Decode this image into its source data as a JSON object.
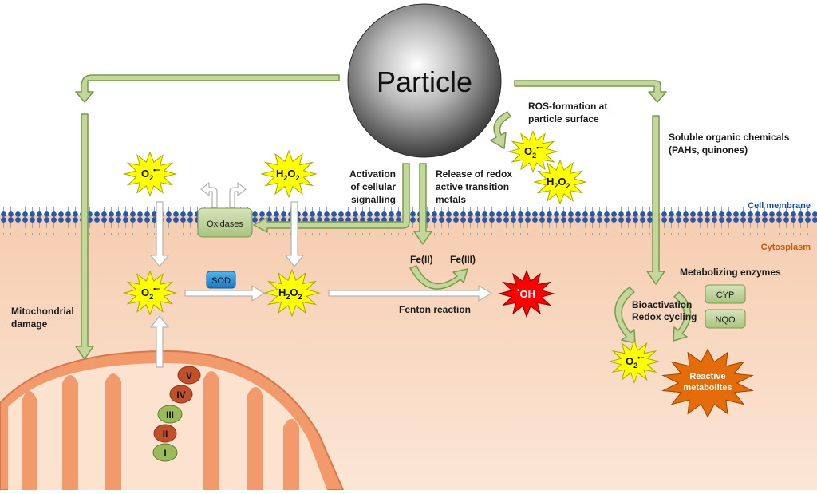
{
  "particle": {
    "label": "Particle"
  },
  "labels": {
    "ros_formation": [
      "ROS-formation at",
      "particle surface"
    ],
    "soluble_chemicals": [
      "Soluble organic chemicals",
      "(PAHs, quinones)"
    ],
    "activation": [
      "Activation",
      "of cellular",
      "signalling"
    ],
    "release": [
      "Release of redox",
      "active transition",
      "metals"
    ],
    "cell_membrane": "Cell membrane",
    "cytoplasm": "Cytosplasm",
    "mitochondrial": [
      "Mitochondrial",
      "damage"
    ],
    "oxidases": "Oxidases",
    "sod": "SOD",
    "fe2": "Fe(II)",
    "fe3": "Fe(III)",
    "fenton": "Fenton reaction",
    "metabolizing": "Metabolizing enzymes",
    "cyp": "CYP",
    "nqo": "NQO",
    "bioactivation": [
      "Bioactivation",
      "Redox cycling"
    ],
    "reactive": [
      "Reactive",
      "metabolites"
    ],
    "oh": "OH",
    "oh_dot": "•"
  },
  "species": {
    "o2": {
      "base": "O",
      "sub": "2",
      "sup": "•−"
    },
    "h2o2": {
      "parts": [
        "H",
        "2",
        "O",
        "2"
      ]
    }
  },
  "complexes": [
    "V",
    "IV",
    "III",
    "II",
    "I"
  ],
  "colors": {
    "arrow_green": "#c3d69b",
    "arrow_green_stroke": "#7a9a4a",
    "star_yellow": "#ffff00",
    "membrane_blue": "#1f4e9c",
    "cytoplasm": "#f9d6bb",
    "complex_red": "#c0502b",
    "complex_green": "#9bbb59",
    "oh_red": "#ff0000",
    "reactive_orange": "#e46c0a",
    "cytoplasm_label": "#c55a11",
    "membrane_label": "#1f4e9c"
  }
}
